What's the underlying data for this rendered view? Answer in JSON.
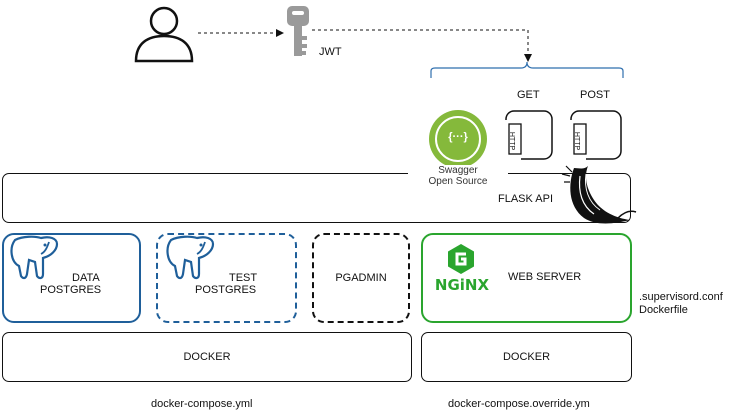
{
  "auth": {
    "jwt_label": "JWT"
  },
  "http": {
    "get_label": "GET",
    "post_label": "POST",
    "badge_text": "HTTP"
  },
  "swagger": {
    "line1": "Swagger",
    "line2": "Open Source",
    "glyph": "{···}"
  },
  "flask": {
    "label": "FLASK API"
  },
  "services": {
    "data_postgres": {
      "line1": "DATA",
      "line2": "POSTGRES"
    },
    "test_postgres": {
      "line1": "TEST",
      "line2": "POSTGRES"
    },
    "pgadmin": {
      "label": "PGADMIN"
    },
    "web_server": {
      "label": "WEB SERVER",
      "logo_text": "NGiNX"
    }
  },
  "docker": {
    "left_label": "DOCKER",
    "right_label": "DOCKER"
  },
  "files": {
    "compose": "docker-compose.yml",
    "compose_override": "docker-compose.override.ym",
    "supervisord": ".supervisord.conf",
    "dockerfile": "Dockerfile"
  },
  "colors": {
    "postgres_blue": "#1f5f9a",
    "nginx_green": "#2aa52e",
    "swagger_green": "#85b93b",
    "brace_blue": "#2f6fae"
  }
}
